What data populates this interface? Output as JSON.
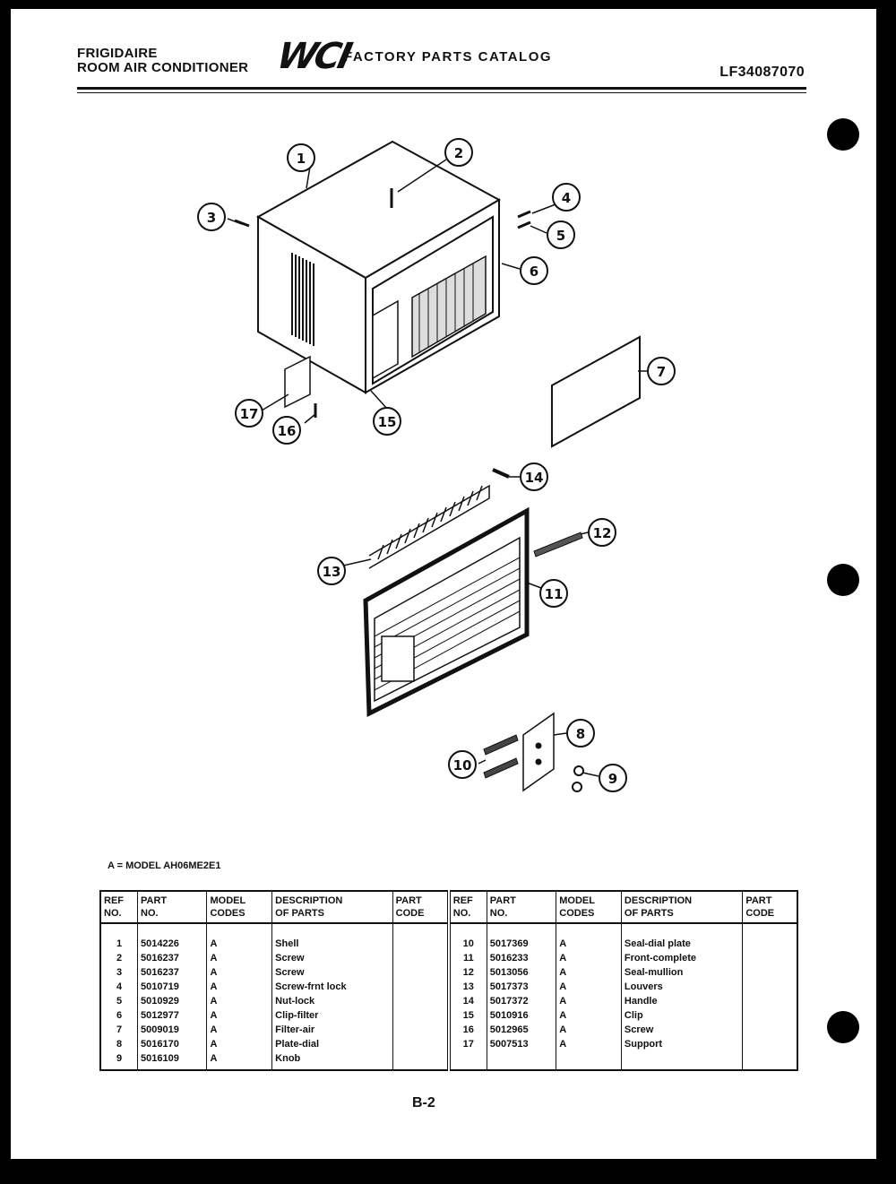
{
  "header": {
    "brand": "FRIGIDAIRE",
    "product": "ROOM AIR CONDITIONER",
    "logo": "WCI",
    "catalog": "FACTORY PARTS CATALOG",
    "model_number": "LF34087070"
  },
  "legend": "A = MODEL AH06ME2E1",
  "table_headers": {
    "ref": [
      "REF",
      "NO."
    ],
    "part": [
      "PART",
      "NO."
    ],
    "model": [
      "MODEL",
      "CODES"
    ],
    "desc": [
      "DESCRIPTION",
      "OF PARTS"
    ],
    "code": [
      "PART",
      "CODE"
    ]
  },
  "parts_left": [
    {
      "ref": "1",
      "part": "5014226",
      "model": "A",
      "desc": "Shell"
    },
    {
      "ref": "2",
      "part": "5016237",
      "model": "A",
      "desc": "Screw"
    },
    {
      "ref": "3",
      "part": "5016237",
      "model": "A",
      "desc": "Screw"
    },
    {
      "ref": "4",
      "part": "5010719",
      "model": "A",
      "desc": "Screw-frnt lock"
    },
    {
      "ref": "5",
      "part": "5010929",
      "model": "A",
      "desc": "Nut-lock"
    },
    {
      "ref": "6",
      "part": "5012977",
      "model": "A",
      "desc": "Clip-filter"
    },
    {
      "ref": "7",
      "part": "5009019",
      "model": "A",
      "desc": "Filter-air"
    },
    {
      "ref": "8",
      "part": "5016170",
      "model": "A",
      "desc": "Plate-dial"
    },
    {
      "ref": "9",
      "part": "5016109",
      "model": "A",
      "desc": "Knob"
    }
  ],
  "parts_right": [
    {
      "ref": "10",
      "part": "5017369",
      "model": "A",
      "desc": "Seal-dial plate"
    },
    {
      "ref": "11",
      "part": "5016233",
      "model": "A",
      "desc": "Front-complete"
    },
    {
      "ref": "12",
      "part": "5013056",
      "model": "A",
      "desc": "Seal-mullion"
    },
    {
      "ref": "13",
      "part": "5017373",
      "model": "A",
      "desc": "Louvers"
    },
    {
      "ref": "14",
      "part": "5017372",
      "model": "A",
      "desc": "Handle"
    },
    {
      "ref": "15",
      "part": "5010916",
      "model": "A",
      "desc": "Clip"
    },
    {
      "ref": "16",
      "part": "5012965",
      "model": "A",
      "desc": "Screw"
    },
    {
      "ref": "17",
      "part": "5007513",
      "model": "A",
      "desc": "Support"
    }
  ],
  "callouts": [
    "1",
    "2",
    "3",
    "4",
    "5",
    "6",
    "7",
    "8",
    "9",
    "10",
    "11",
    "12",
    "13",
    "14",
    "15",
    "16",
    "17"
  ],
  "page_number": "B-2"
}
